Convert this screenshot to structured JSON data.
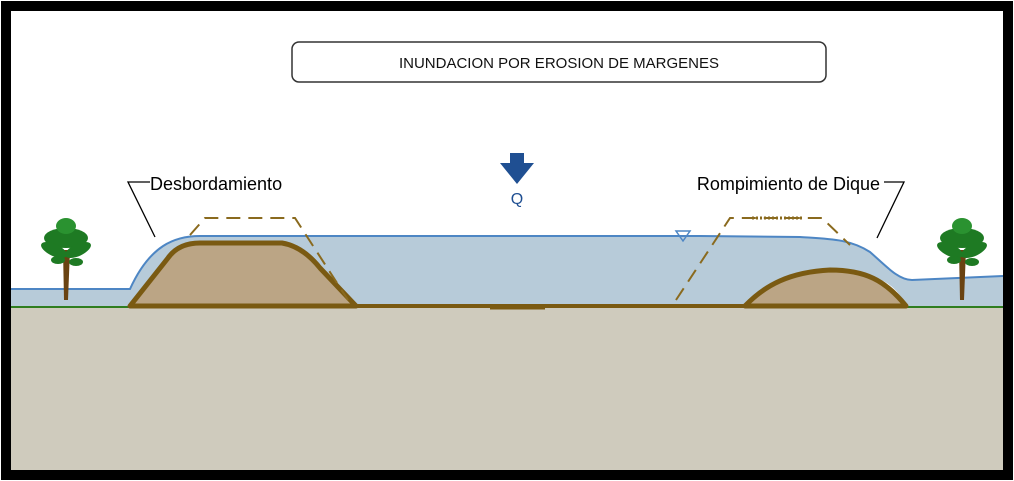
{
  "title": "INUNDACION POR EROSION DE MARGENES",
  "labels": {
    "overtopping": "Desbordamiento",
    "dike_breach": "Rompimiento de Dique",
    "flow": "Q"
  },
  "colors": {
    "frame": "#000000",
    "ground": "#cfcbbd",
    "grass": "#2f7d1f",
    "water": "#b7cbd9",
    "water_line": "#4d86c4",
    "dike_fill": "#bba585",
    "dike_outline": "#7a5a12",
    "original_profile": "#8a6a1e",
    "flow_arrow": "#1f4f92",
    "tree_trunk": "#6a4312",
    "tree_leaves": "#1e7a23"
  },
  "icons": {
    "flow_arrow": "down-arrow-icon",
    "water_level": "water-level-triangle-icon",
    "tree": "palm-tree-icon"
  }
}
